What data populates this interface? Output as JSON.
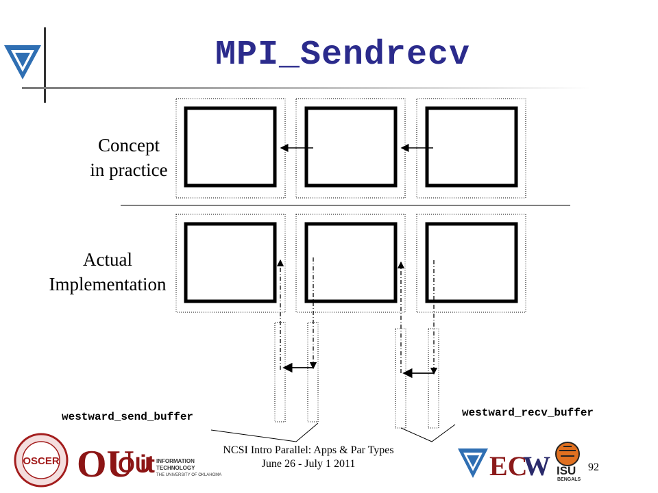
{
  "slide": {
    "title": "MPI_Sendrecv",
    "row_labels": {
      "concept": [
        "Concept",
        "in practice"
      ],
      "actual": [
        "Actual",
        "Implementation"
      ]
    },
    "buffer_labels": {
      "send": "westward_send_buffer",
      "recv": "westward_recv_buffer"
    },
    "footer": {
      "course": "NCSI Intro Parallel: Apps & Par Types",
      "dates": "June 26 - July 1 2011",
      "page_number": "92"
    },
    "logos": {
      "left": [
        "oscer-seal-logo",
        "ou-logo",
        "ou-it-logo"
      ],
      "left_text": {
        "ou_it_line1": "INFORMATION",
        "ou_it_line2": "TECHNOLOGY",
        "ou_it_line3": "THE UNIVERSITY OF OKLAHOMA"
      },
      "right": [
        "triangle-logo",
        "ecu-logo",
        "isu-bengals-logo"
      ],
      "right_text": {
        "isu": "ISU",
        "bengals": "BENGALS",
        "ec": "EC",
        "w": "W"
      }
    },
    "colors": {
      "title": "#2b2b8c",
      "header_rule": "#b9b9b9",
      "logo_blue": "#2f6fb3",
      "ecu_red": "#8b1a1a",
      "isu_orange": "#e07020"
    }
  }
}
